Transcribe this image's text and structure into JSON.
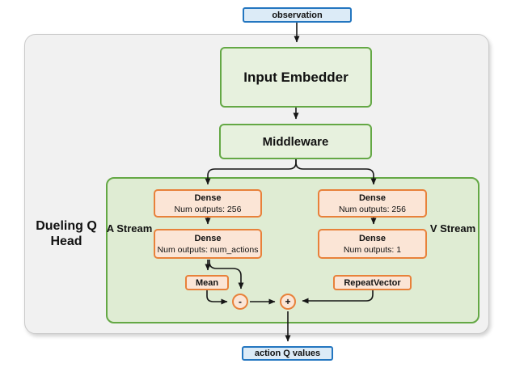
{
  "colors": {
    "io_fill": "#dcebf7",
    "io_border": "#2376c0",
    "green_fill": "#e7f1de",
    "green_border": "#64a845",
    "panel_green": "#dfecd3",
    "orange_fill": "#fbe5d6",
    "orange_border": "#e8813a",
    "panel_fill": "#f1f1f1",
    "panel_border": "#c9c9c9",
    "arrow": "#161616"
  },
  "diagram": {
    "observation_label": "observation",
    "input_embedder_label": "Input Embedder",
    "middleware_label": "Middleware",
    "head_label": "Dueling Q Head",
    "a_stream_label": "A Stream",
    "v_stream_label": "V Stream",
    "a_dense1_title": "Dense",
    "a_dense1_subtitle": "Num outputs: 256",
    "a_dense2_title": "Dense",
    "a_dense2_subtitle": "Num outputs: num_actions",
    "v_dense1_title": "Dense",
    "v_dense1_subtitle": "Num outputs: 256",
    "v_dense2_title": "Dense",
    "v_dense2_subtitle": "Num outputs: 1",
    "mean_label": "Mean",
    "repeat_vector_label": "RepeatVector",
    "minus_label": "-",
    "plus_label": "+",
    "action_q_label": "action Q values"
  }
}
